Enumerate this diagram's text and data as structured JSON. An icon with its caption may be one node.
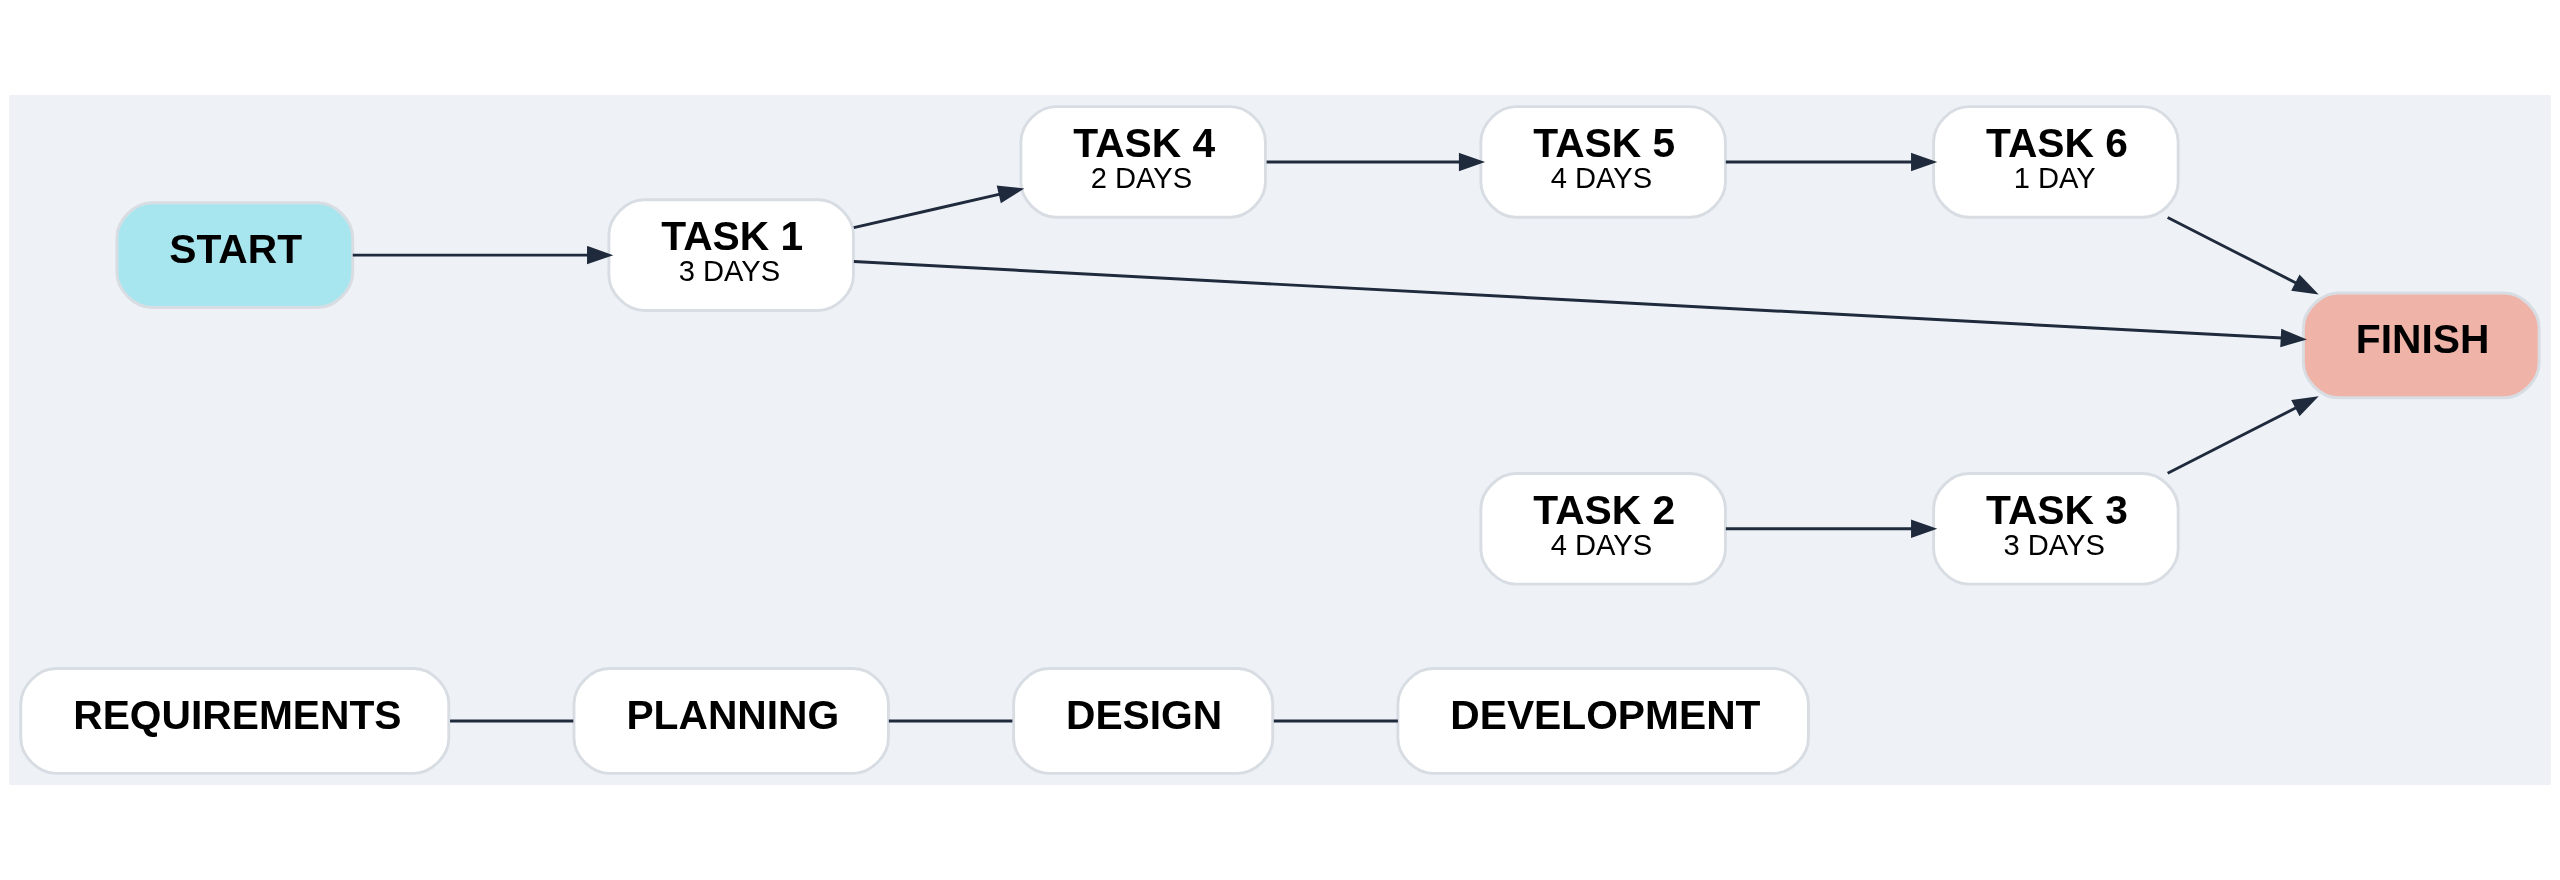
{
  "diagram": {
    "nodes": [
      {
        "text": [
          "REQUIREMENTS"
        ]
      },
      {
        "text": [
          "PLANNING"
        ]
      },
      {
        "text": [
          "DESIGN"
        ]
      },
      {
        "text": [
          "DEVELOPMENT"
        ]
      },
      {
        "text": [
          "START"
        ]
      },
      {
        "text": [
          "TASK 1",
          "3 DAYS"
        ]
      },
      {
        "text": [
          "TASK 4",
          "2 DAYS"
        ]
      },
      {
        "text": [
          "TASK 5",
          "4 DAYS"
        ]
      },
      {
        "text": [
          "TASK 6",
          "1 DAY"
        ]
      },
      {
        "text": [
          "TASK 2",
          "4 DAYS"
        ]
      },
      {
        "text": [
          "TASK 3",
          "3 DAYS"
        ]
      },
      {
        "text": [
          "FINISH"
        ]
      }
    ],
    "edges": [
      {
        "from": 0,
        "to": 1,
        "arrow": "none"
      },
      {
        "from": 1,
        "to": 2,
        "arrow": "none"
      },
      {
        "from": 2,
        "to": 3,
        "arrow": "none"
      },
      {
        "from": 4,
        "to": 5,
        "arrow": "to"
      },
      {
        "from": 5,
        "to": 6,
        "arrow": "to"
      },
      {
        "from": 6,
        "to": 7,
        "arrow": "to"
      },
      {
        "from": 7,
        "to": 8,
        "arrow": "to"
      },
      {
        "from": 8,
        "to": 11,
        "arrow": "to"
      },
      {
        "from": 5,
        "to": 11,
        "arrow": "to"
      },
      {
        "from": 9,
        "to": 10,
        "arrow": "to"
      },
      {
        "from": 10,
        "to": 11,
        "arrow": "to"
      }
    ]
  }
}
